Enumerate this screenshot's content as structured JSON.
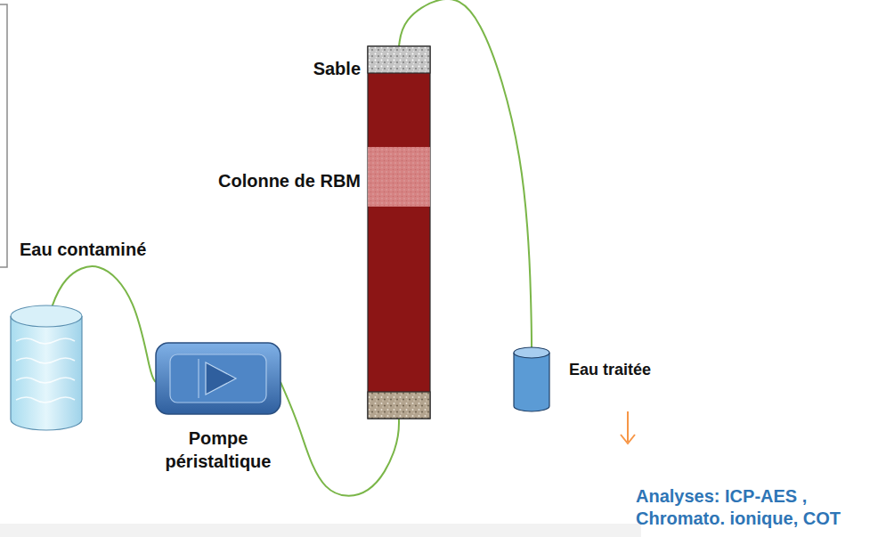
{
  "diagram": {
    "nodes": [
      {
        "text": [
          "Eau contaminé"
        ]
      },
      {
        "text": [
          "Pompe péristaltique"
        ]
      },
      {
        "text": [
          "Colonne de RBM"
        ]
      },
      {
        "text": [
          "Sable"
        ],
        "in": 2
      },
      {
        "text": [
          "Eau traitée"
        ]
      }
    ],
    "edges": [
      {
        "from": 0,
        "to": 1,
        "arrow": "none"
      },
      {
        "from": 1,
        "to": 2,
        "arrow": "none"
      },
      {
        "from": 2,
        "to": 4,
        "arrow": "none"
      }
    ],
    "labels": [
      "Analyses: ICP-AES , Chromato. ionique, COT"
    ]
  }
}
